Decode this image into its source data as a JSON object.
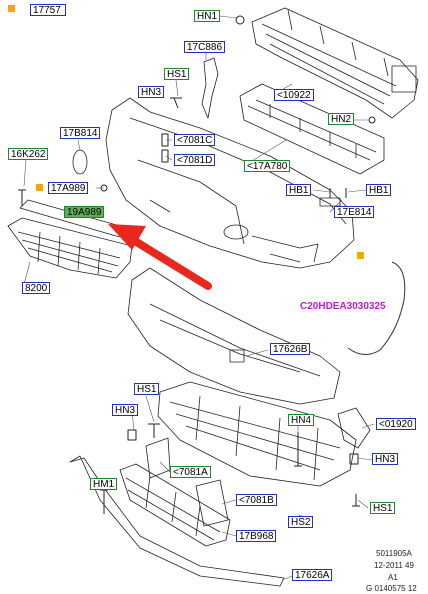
{
  "labels": {
    "l17757": "17757",
    "hn1_top": "HN1",
    "l17c886": "17C886",
    "hs1_top": "HS1",
    "hn3_top": "HN3",
    "l10922": "<10922",
    "hn2": "HN2",
    "l17b814": "17B814",
    "l7081c": "<7081C",
    "l7081d": "<7081D",
    "l17a780": "<17A780",
    "l16k262": "16K262",
    "l17a989": "17A989",
    "l19a989": "19A989",
    "hb1_left": "HB1",
    "hb1_right": "HB1",
    "l17e814": "17E814",
    "l8200": "8200",
    "l17626b": "17626B",
    "hs1_mid": "HS1",
    "hn3_mid": "HN3",
    "hn4": "HN4",
    "l01920": "<01920",
    "hn3_right": "HN3",
    "l7081a": "<7081A",
    "hm1": "HM1",
    "l7081b": "<7081B",
    "hs2": "HS2",
    "hs1_right": "HS1",
    "l17b968": "17B968",
    "l17626a": "17626A"
  },
  "harness_code": "C20HDEA3030325",
  "ref_block": {
    "line1": "5011905A",
    "line2": "12-2011 49",
    "line3": "A1",
    "line4": "G 0140575 12"
  },
  "colors": {
    "label_blue": "#2233bb",
    "label_green": "#1c8a2c",
    "highlight_green": "#5fae56",
    "arrow_red": "#e8281e",
    "harness_magenta": "#c21ad6",
    "marker_orange": "#f6a800"
  }
}
